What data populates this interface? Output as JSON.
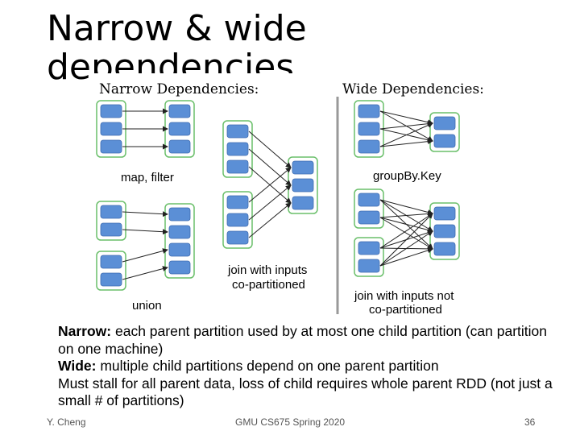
{
  "slide": {
    "title_line1": "Narrow & wide",
    "title_line2": "dependencies"
  },
  "diagram": {
    "narrow_heading": "Narrow Dependencies:",
    "wide_heading": "Wide Dependencies:",
    "map_filter_label": "map, filter",
    "union_label": "union",
    "join_copart_line1": "join with inputs",
    "join_copart_line2": "co-partitioned",
    "groupbykey_label": "groupBy.Key",
    "join_not_copart_line1": "join with inputs not",
    "join_not_copart_line2": "co-partitioned",
    "partition_color": "#5b8fd6",
    "box_border_color": "#6abf6a"
  },
  "body": {
    "narrow_term": "Narrow:",
    "narrow_desc": " each parent partition used by at most one child partition (can partition on one machine)",
    "wide_term": "Wide:",
    "wide_desc": " multiple child partitions depend on one parent partition",
    "stall_text": "Must stall for all parent data, loss of child requires whole parent RDD (not just a small # of partitions)"
  },
  "footer": {
    "author": "Y. Cheng",
    "course": "GMU CS675 Spring 2020",
    "page_number": "36"
  }
}
